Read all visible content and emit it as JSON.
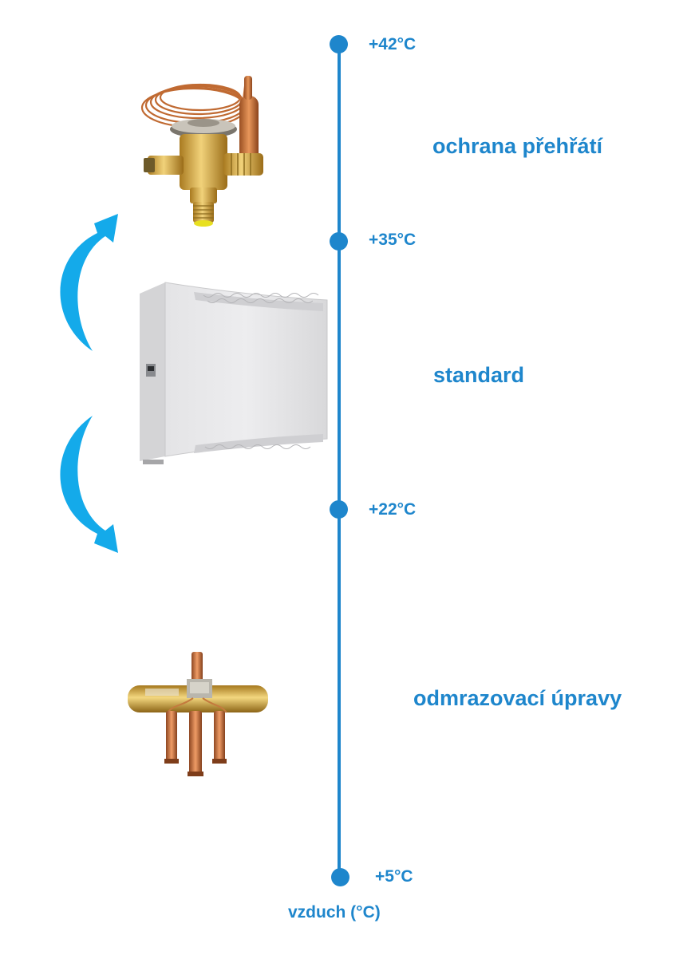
{
  "scale": {
    "ticks": [
      {
        "label": "+42°C"
      },
      {
        "label": "+35°C"
      },
      {
        "label": "+22°C"
      },
      {
        "label": "+5°C"
      }
    ],
    "axis_title": "vzduch (°C)"
  },
  "zones": {
    "overheat": "ochrana přehřátí",
    "standard": "standard",
    "defrost": "odmrazovací úpravy"
  },
  "colors": {
    "accent": "#1e86cc",
    "arrow": "#14aaea"
  }
}
